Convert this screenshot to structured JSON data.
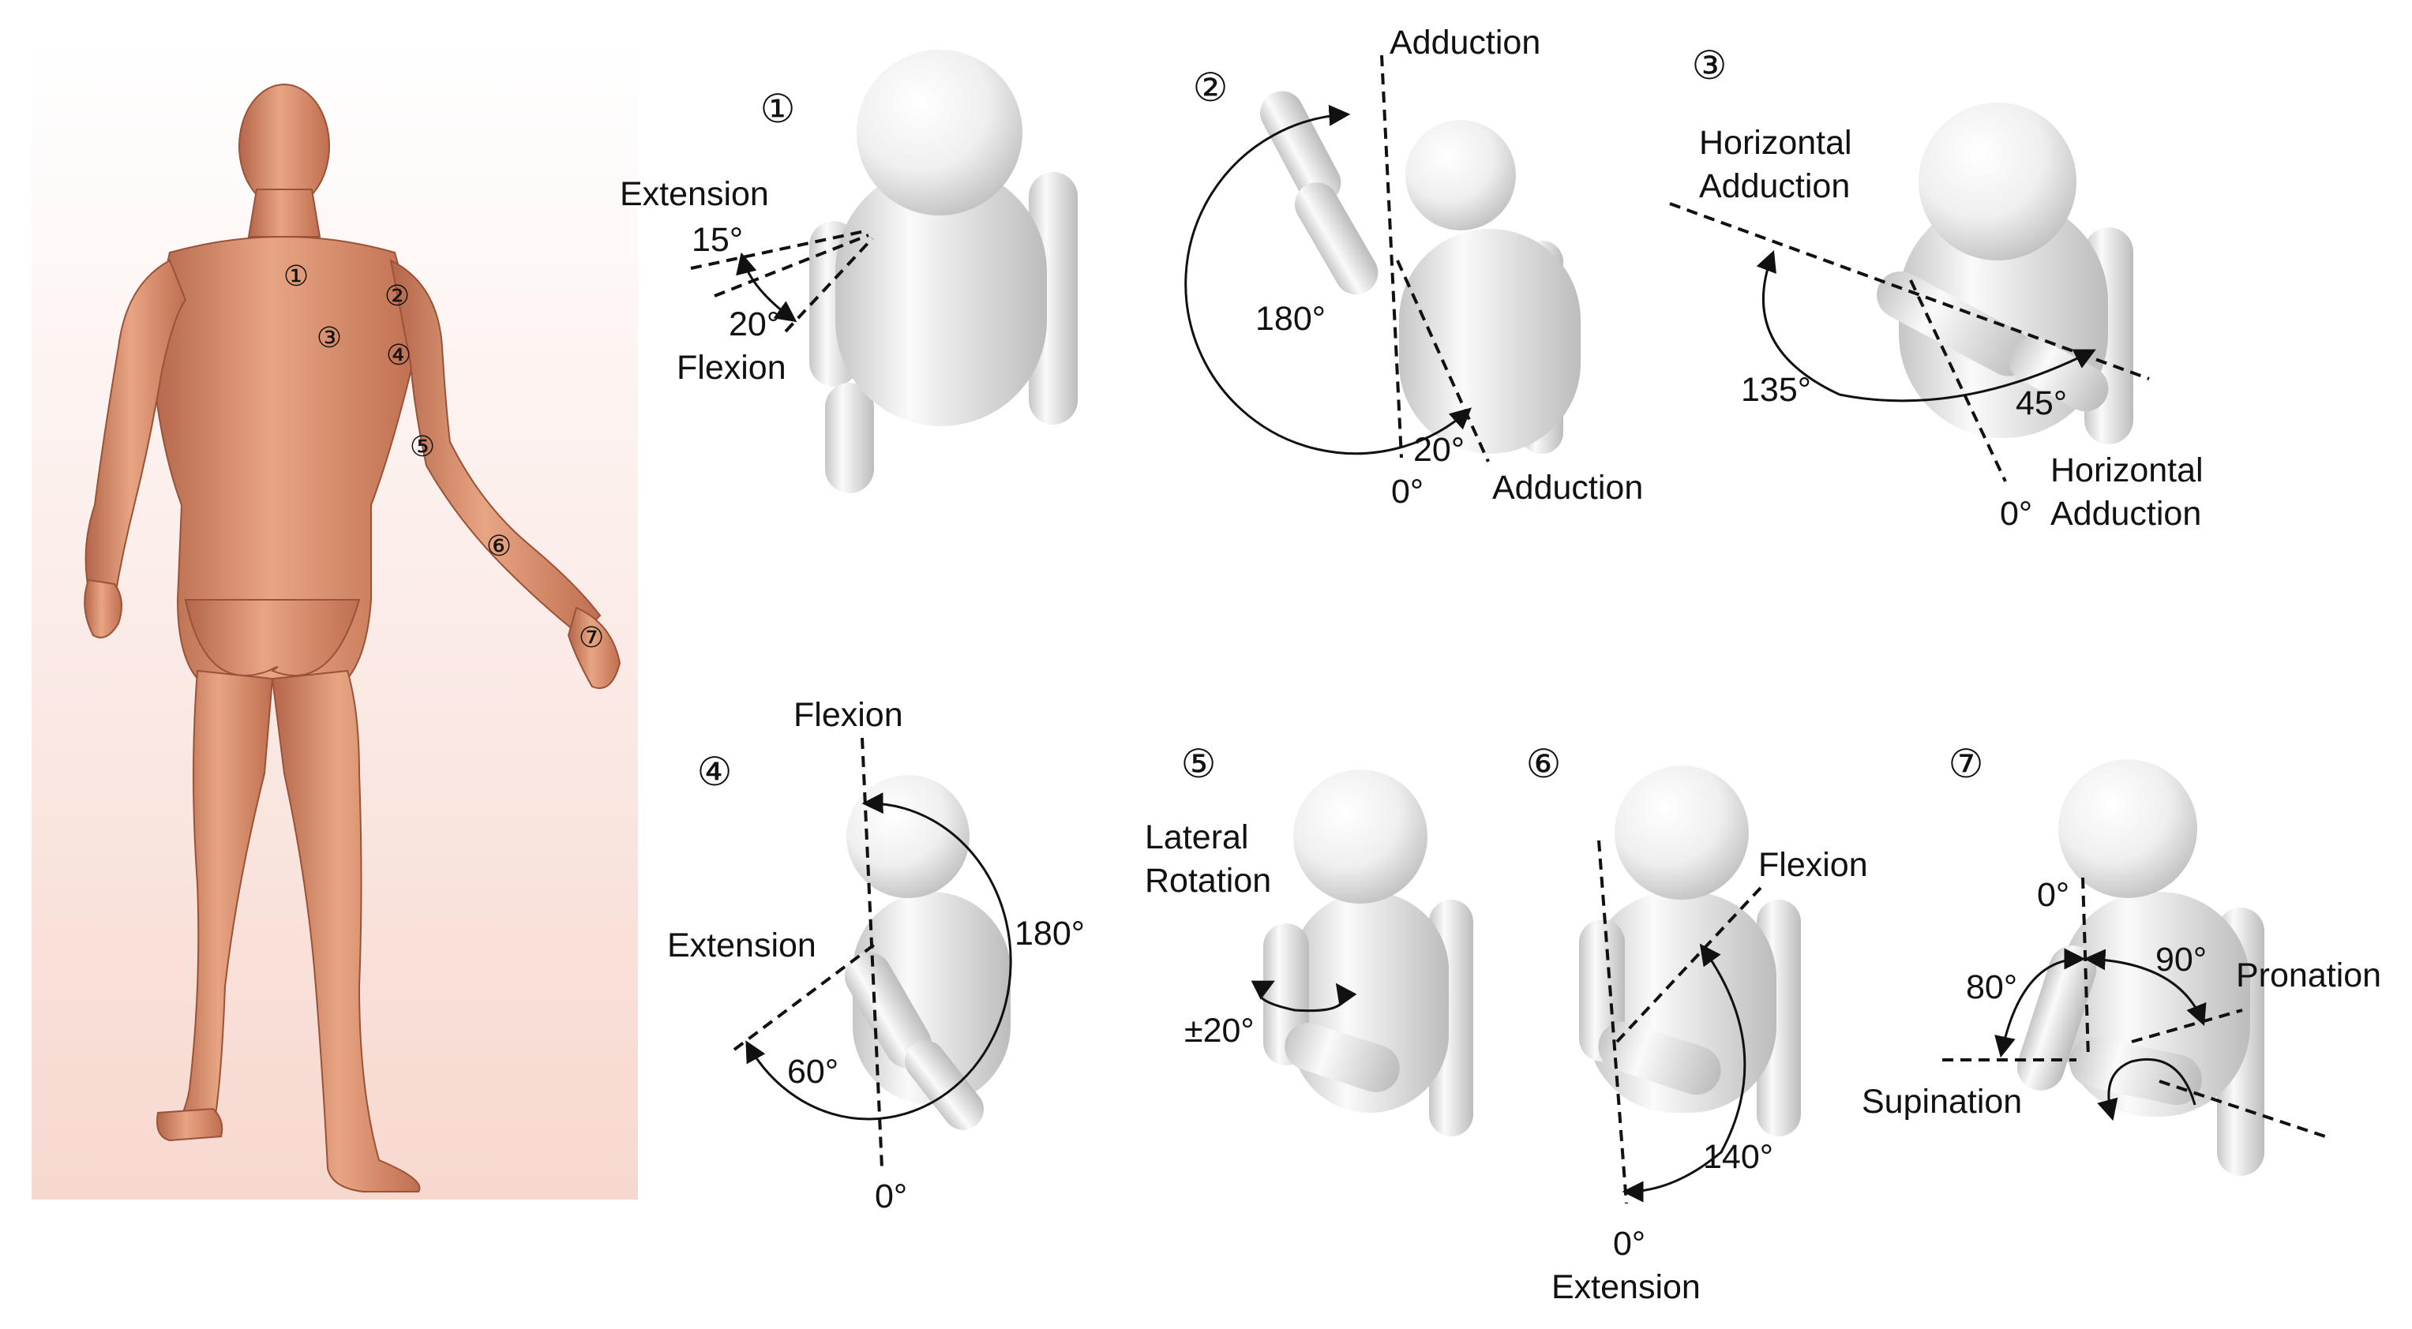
{
  "body_figure": {
    "markers": [
      "①",
      "②",
      "③",
      "④",
      "⑤",
      "⑥",
      "⑦"
    ]
  },
  "panels": [
    {
      "number": "①",
      "labels": {
        "extension": "Extension",
        "flexion": "Flexion",
        "angle_ext": "15°",
        "angle_flex": "20°"
      }
    },
    {
      "number": "②",
      "labels": {
        "top": "Adduction",
        "bottom": "Adduction",
        "angle_large": "180°",
        "angle_small": "20°",
        "zero": "0°"
      }
    },
    {
      "number": "③",
      "labels": {
        "top": "Horizontal\nAdduction",
        "bottom": "Horizontal\nAdduction",
        "angle_large": "135°",
        "angle_small": "45°",
        "zero": "0°"
      }
    },
    {
      "number": "④",
      "labels": {
        "flexion": "Flexion",
        "extension": "Extension",
        "angle_large": "180°",
        "angle_small": "60°",
        "zero": "0°"
      }
    },
    {
      "number": "⑤",
      "labels": {
        "motion": "Lateral\nRotation",
        "angle": "±20°"
      }
    },
    {
      "number": "⑥",
      "labels": {
        "flexion": "Flexion",
        "angle": "140°",
        "zero": "0°",
        "extension": "Extension"
      }
    },
    {
      "number": "⑦",
      "labels": {
        "zero": "0°",
        "angle_sup": "80°",
        "angle_pro": "90°",
        "pronation": "Pronation",
        "supination": "Supination"
      }
    }
  ]
}
